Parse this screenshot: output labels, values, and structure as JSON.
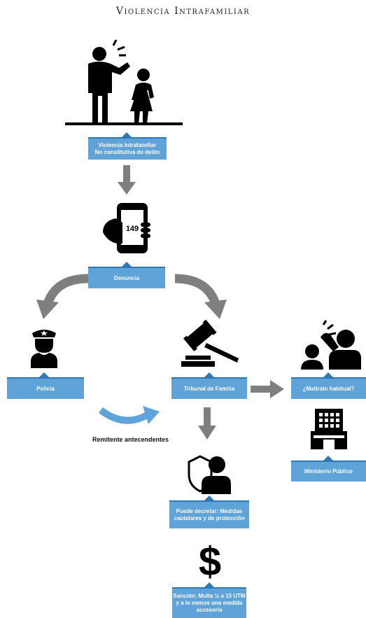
{
  "title": "Violencia Intrafamiliar",
  "nodes": {
    "violencia": {
      "line1": "Violencia Intrafamiliar",
      "line2": "No constitutiva de delito"
    },
    "denuncia": {
      "label": "Denuncia"
    },
    "phone_number": "149",
    "policia": {
      "label": "Policía"
    },
    "tribunal": {
      "label": "Tribunal de Familia"
    },
    "maltrato": {
      "label": "¿Maltrato habitual?"
    },
    "ministerio": {
      "label": "Ministerio Público"
    },
    "medidas": {
      "line1": "Puede decretar: Medidas",
      "line2": "cautelares y de protección"
    },
    "sancion": {
      "line1": "Sanción: Multa ½ a 15 UTM",
      "line2": "y a lo menos una medida",
      "line3": "accesoria"
    }
  },
  "remitente": "Remitente antecendentes",
  "colors": {
    "box": "#5fa3d8",
    "box_border": "#2f77b5",
    "arrow_gray": "#7f7f7f",
    "arrow_blue": "#5fa3d8",
    "icon": "#000000"
  }
}
